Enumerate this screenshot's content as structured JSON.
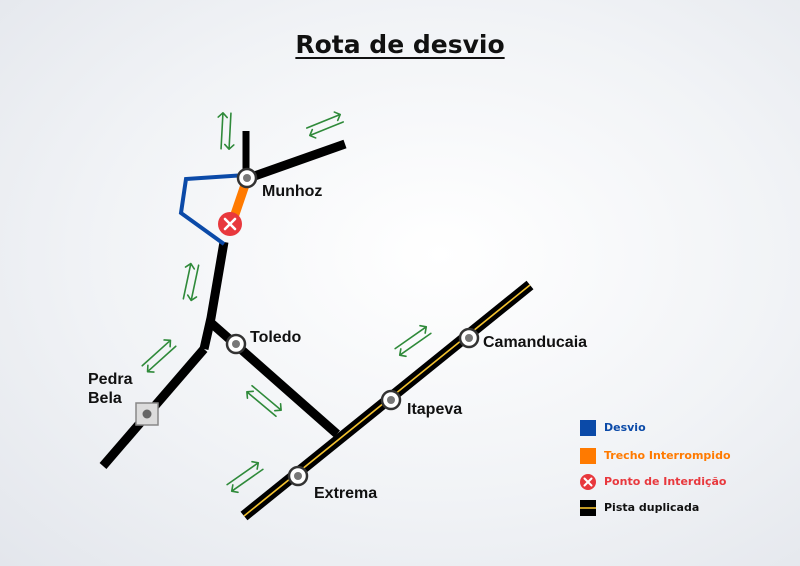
{
  "title": "Rota de desvio",
  "cities": {
    "munhoz": "Munhoz",
    "toledo": "Toledo",
    "pedra_bela_line1": "Pedra",
    "pedra_bela_line2": "Bela",
    "camanducaia": "Camanducaia",
    "itapeva": "Itapeva",
    "extrema": "Extrema"
  },
  "legend": {
    "desvio": "Desvio",
    "trecho_interrompido": "Trecho Interrompido",
    "ponto_interdicao": "Ponto de Interdição",
    "pista_duplicada": "Pista duplicada"
  },
  "colors": {
    "road": "#000000",
    "desvio": "#0b4aa8",
    "trecho_interrompido": "#ff7a00",
    "interdicao": "#e8383d",
    "duplicada_stripe": "#f2c12e",
    "arrows": "#2f8a3a"
  },
  "icons": {
    "city_marker": "circle-marker-icon",
    "pedra_bela_marker": "square-marker-icon",
    "interdicao": "x-circle-icon",
    "traffic_arrows": "two-way-arrows-icon"
  }
}
